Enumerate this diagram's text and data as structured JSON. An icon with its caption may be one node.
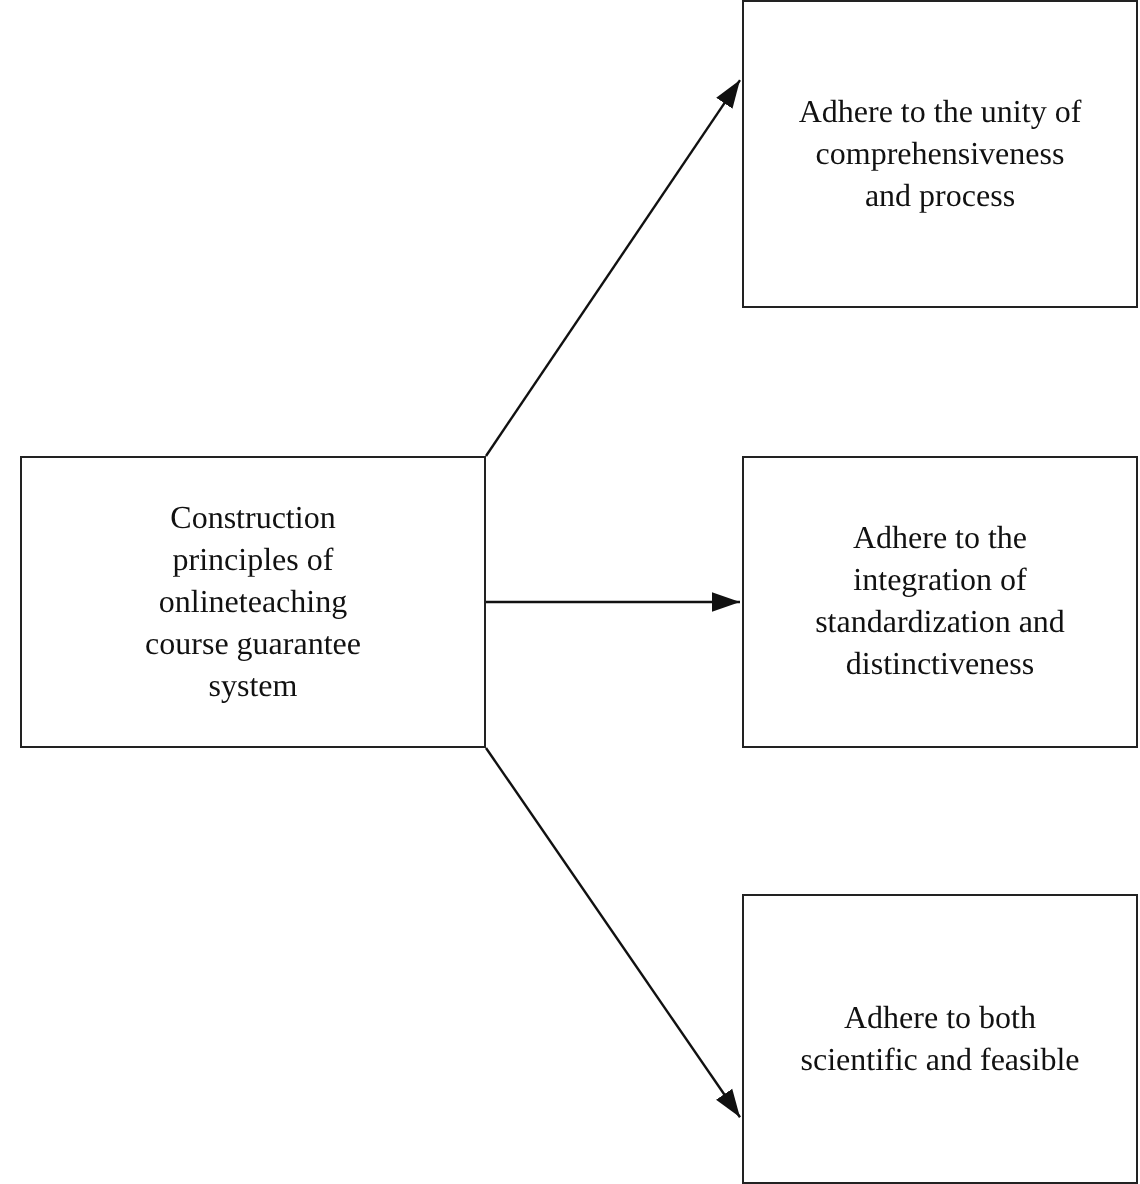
{
  "diagram": {
    "nodes": [
      {
        "text": [
          "Construction principles of onlineteaching course guarantee system"
        ]
      },
      {
        "text": [
          "Adhere to the unity of comprehensiveness and process"
        ]
      },
      {
        "text": [
          "Adhere to the integration of standardization and distinctiveness"
        ]
      },
      {
        "text": [
          "Adhere to both scientific and feasible"
        ]
      }
    ],
    "edges": [
      {
        "from": 0,
        "to": 1,
        "arrow": "to"
      },
      {
        "from": 0,
        "to": 2,
        "arrow": "to"
      },
      {
        "from": 0,
        "to": 3,
        "arrow": "to"
      }
    ]
  }
}
